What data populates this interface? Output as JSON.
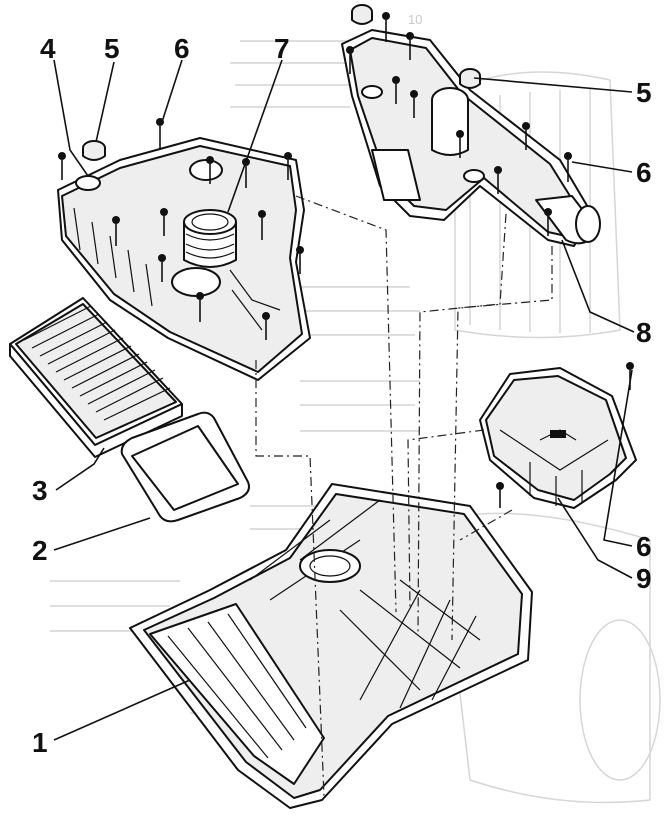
{
  "diagram": {
    "callouts": [
      {
        "label": "1"
      },
      {
        "label": "2"
      },
      {
        "label": "3"
      },
      {
        "label": "4"
      },
      {
        "label": "5"
      },
      {
        "label": "6"
      },
      {
        "label": "7"
      },
      {
        "label": "5"
      },
      {
        "label": "6"
      },
      {
        "label": "8"
      },
      {
        "label": "6"
      },
      {
        "label": "9"
      }
    ],
    "parts": [
      {
        "name": "air-filter-housing-lower",
        "callout": "1"
      },
      {
        "name": "seal-gasket",
        "callout": "2"
      },
      {
        "name": "filter-element",
        "callout": "3"
      },
      {
        "name": "housing-cover-upper",
        "callout": "4"
      },
      {
        "name": "grommet",
        "callout": "5"
      },
      {
        "name": "screw",
        "callout": "6"
      },
      {
        "name": "air-intake-neck",
        "callout": "7"
      },
      {
        "name": "intake-duct",
        "callout": "8"
      },
      {
        "name": "resonator",
        "callout": "9"
      }
    ],
    "page_heading_fragment": "10"
  }
}
